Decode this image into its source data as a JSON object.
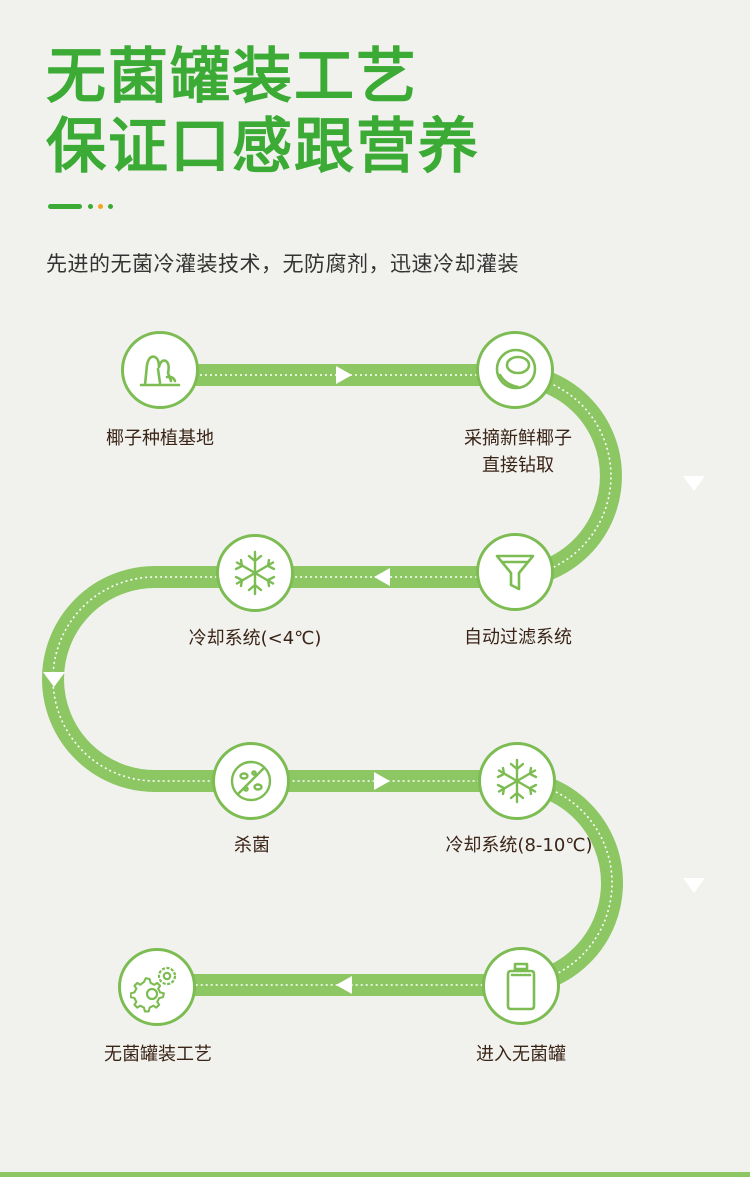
{
  "title": {
    "line1": "无菌罐装工艺",
    "line2": "保证口感跟营养"
  },
  "subtitle": "先进的无菌冷灌装技术，无防腐剂，迅速冷却灌装",
  "colors": {
    "title": "#3bab35",
    "track": "#8cc763",
    "icon": "#7cbc52",
    "label": "#3a2418",
    "accent_bar": "#3bab35",
    "accent_dot_1": "#3bab35",
    "accent_dot_2": "#f3a51c",
    "accent_dot_3": "#3bab35"
  },
  "steps": [
    {
      "label": [
        "椰子种植基地"
      ],
      "icon": "coconut-tree-icon"
    },
    {
      "label": [
        "采摘新鲜椰子",
        "直接钻取"
      ],
      "icon": "coconut-half-icon"
    },
    {
      "label": [
        "自动过滤系统"
      ],
      "icon": "funnel-filter-icon"
    },
    {
      "label": [
        "冷却系统(<4℃)"
      ],
      "icon": "snowflake-icon"
    },
    {
      "label": [
        "杀菌"
      ],
      "icon": "bacteria-sterilize-icon"
    },
    {
      "label": [
        "冷却系统(8-10℃)"
      ],
      "icon": "snowflake-icon"
    },
    {
      "label": [
        "进入无菌罐"
      ],
      "icon": "pouch-container-icon"
    },
    {
      "label": [
        "无菌罐装工艺"
      ],
      "icon": "gears-icon"
    }
  ]
}
